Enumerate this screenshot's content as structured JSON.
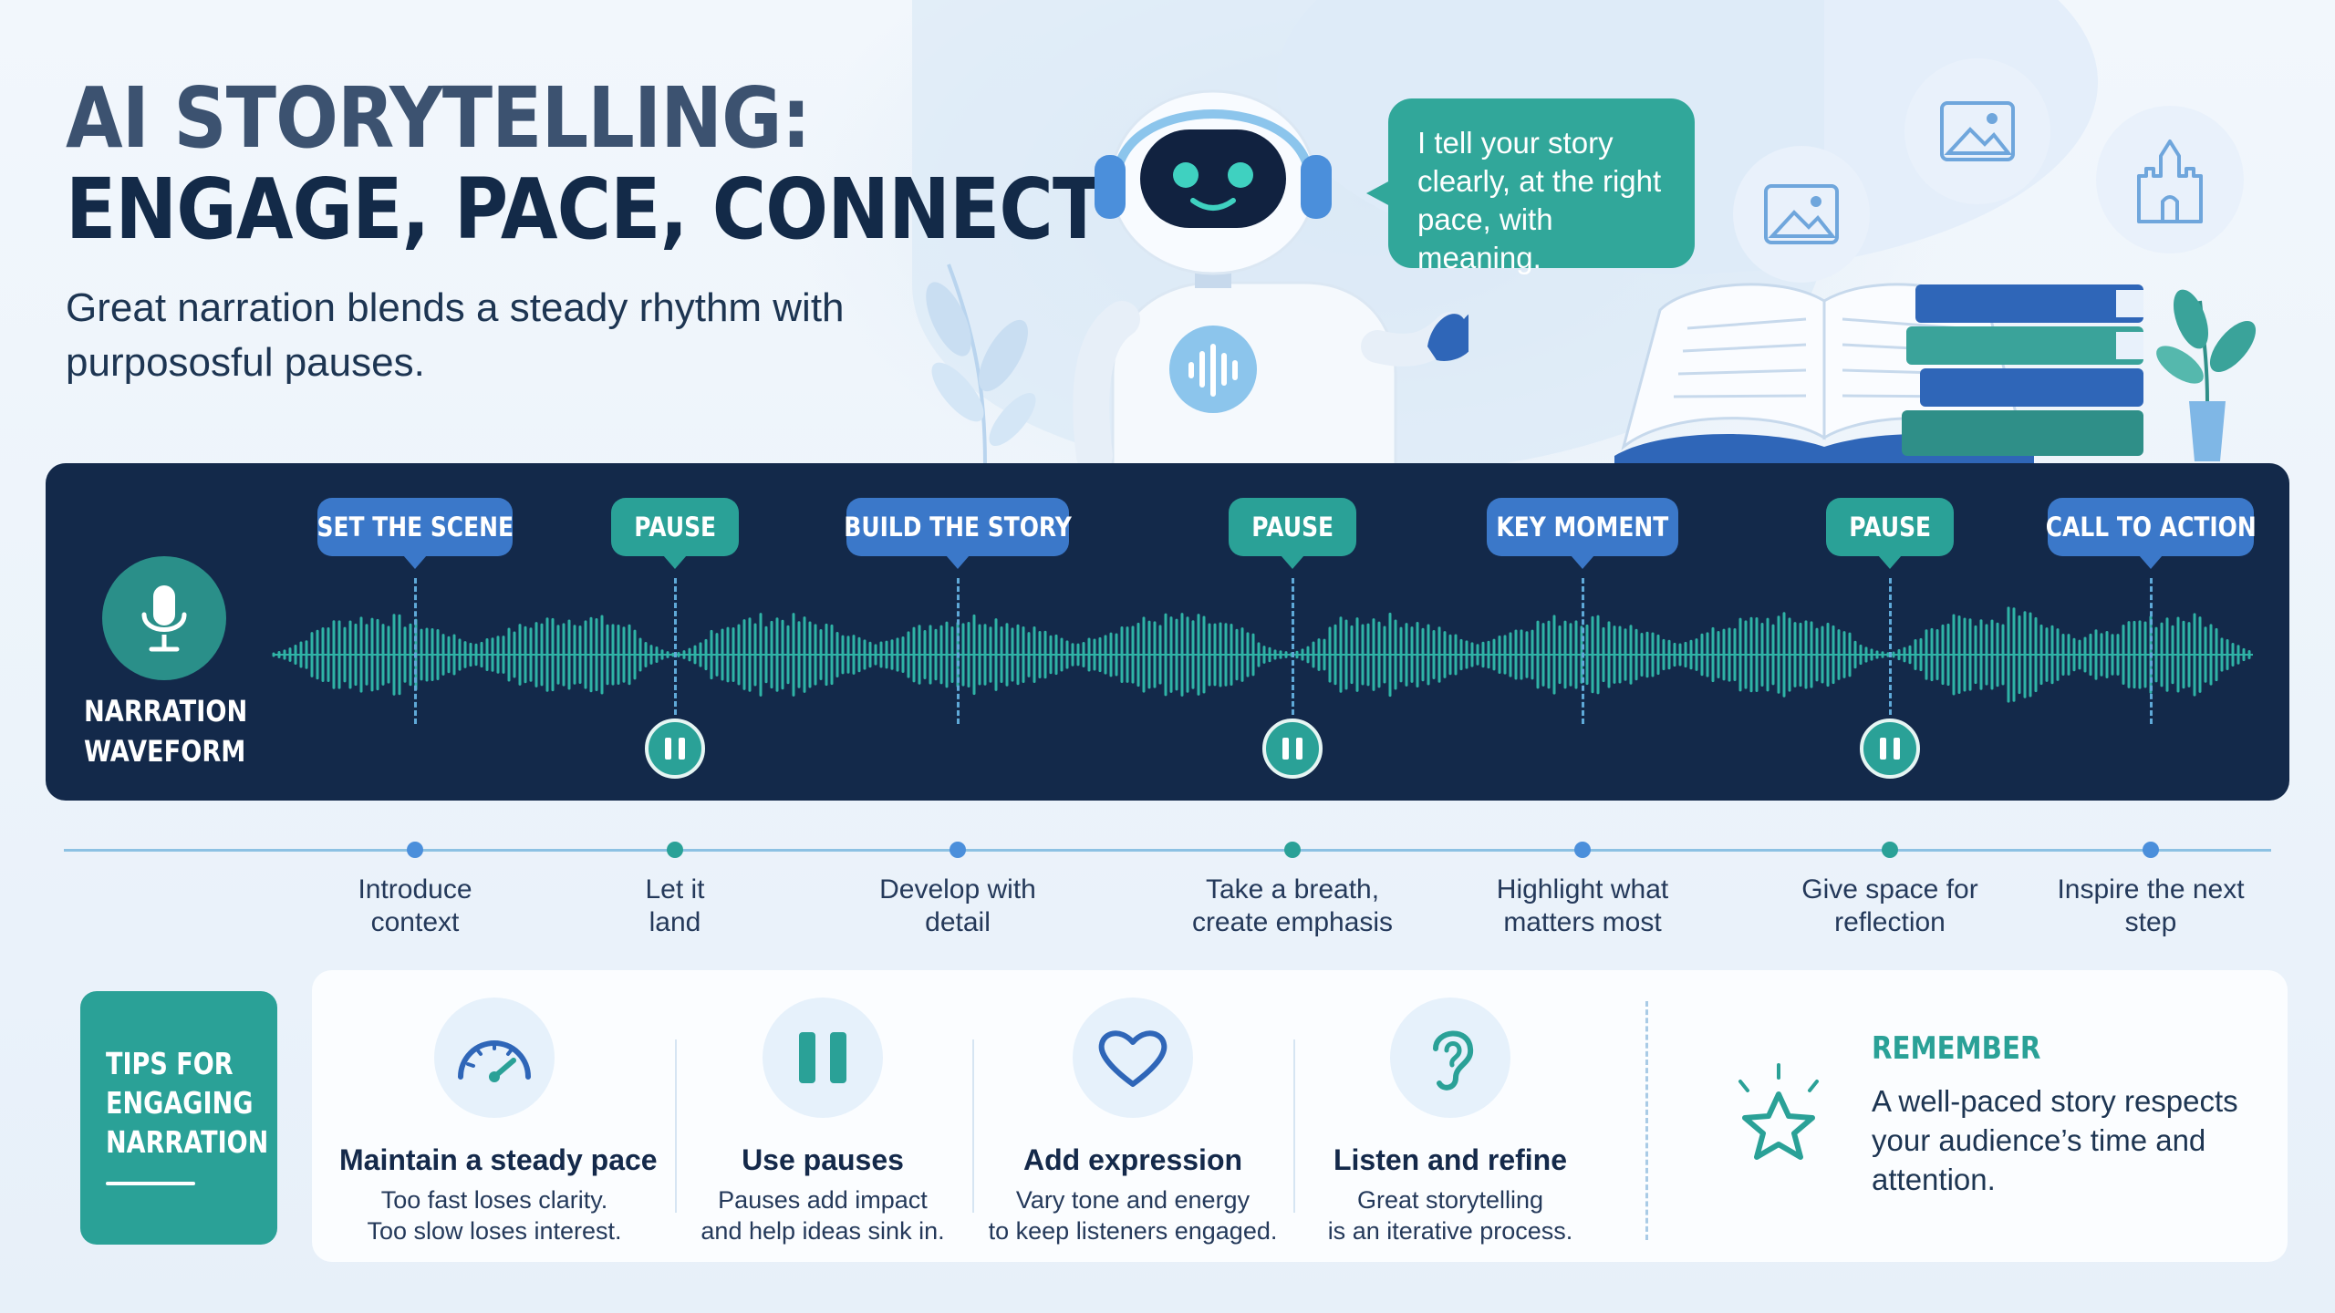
{
  "header": {
    "title_line1": "AI STORYTELLING:",
    "title_line2": "ENGAGE, PACE, CONNECT",
    "subtitle": "Great narration blends a steady rhythm with purpososful pauses."
  },
  "speech_bubble": {
    "text": "I  tell your story clearly, at the right pace, with meaning."
  },
  "waveform": {
    "label_line1": "NARRATION",
    "label_line2": "WAVEFORM",
    "segments": [
      {
        "label": "SET THE SCENE",
        "kind": "blue"
      },
      {
        "label": "PAUSE",
        "kind": "teal"
      },
      {
        "label": "BUILD THE STORY",
        "kind": "blue"
      },
      {
        "label": "PAUSE",
        "kind": "teal"
      },
      {
        "label": "KEY MOMENT",
        "kind": "blue"
      },
      {
        "label": "PAUSE",
        "kind": "teal"
      },
      {
        "label": "CALL TO ACTION",
        "kind": "blue"
      }
    ]
  },
  "timeline": [
    {
      "line1": "Introduce",
      "line2": "context"
    },
    {
      "line1": "Let it",
      "line2": "land"
    },
    {
      "line1": "Develop with",
      "line2": "detail"
    },
    {
      "line1": "Take a breath,",
      "line2": "create emphasis"
    },
    {
      "line1": "Highlight what",
      "line2": "matters most"
    },
    {
      "line1": "Give space for",
      "line2": "reflection"
    },
    {
      "line1": "Inspire the next",
      "line2": "step"
    }
  ],
  "tips": {
    "title_line1": "TIPS FOR",
    "title_line2": "ENGAGING",
    "title_line3": "NARRATION",
    "items": [
      {
        "icon": "speedometer-icon",
        "heading": "Maintain a steady pace",
        "line1": "Too fast loses clarity.",
        "line2": "Too slow loses interest."
      },
      {
        "icon": "pause-icon",
        "heading": "Use pauses",
        "line1": "Pauses add impact",
        "line2": "and help ideas sink in."
      },
      {
        "icon": "heart-icon",
        "heading": "Add expression",
        "line1": "Vary tone and energy",
        "line2": "to keep listeners engaged."
      },
      {
        "icon": "ear-icon",
        "heading": "Listen and refine",
        "line1": "Great storytelling",
        "line2": "is an iterative process."
      }
    ],
    "remember_heading": "REMEMBER",
    "remember_text": "A well-paced story respects your audience’s time and attention."
  },
  "colors": {
    "navy": "#13294a",
    "teal": "#2aa197",
    "blue": "#3b78c9",
    "light": "#e6f1fb"
  }
}
